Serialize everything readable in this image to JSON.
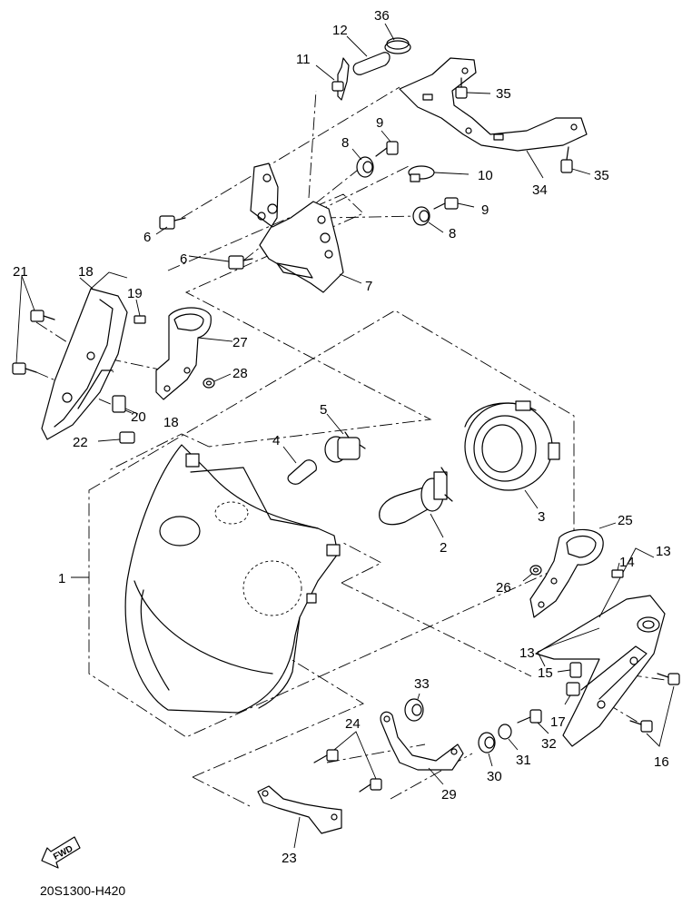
{
  "diagram": {
    "code": "20S1300-H420",
    "fwd_label": "FWD",
    "callouts": [
      {
        "id": "c1",
        "text": "1"
      },
      {
        "id": "c2",
        "text": "2"
      },
      {
        "id": "c3",
        "text": "3"
      },
      {
        "id": "c4",
        "text": "4"
      },
      {
        "id": "c5",
        "text": "5"
      },
      {
        "id": "c6a",
        "text": "6"
      },
      {
        "id": "c6b",
        "text": "6"
      },
      {
        "id": "c7",
        "text": "7"
      },
      {
        "id": "c8a",
        "text": "8"
      },
      {
        "id": "c8b",
        "text": "8"
      },
      {
        "id": "c9a",
        "text": "9"
      },
      {
        "id": "c9b",
        "text": "9"
      },
      {
        "id": "c10",
        "text": "10"
      },
      {
        "id": "c11",
        "text": "11"
      },
      {
        "id": "c12",
        "text": "12"
      },
      {
        "id": "c13a",
        "text": "13"
      },
      {
        "id": "c13b",
        "text": "13"
      },
      {
        "id": "c14",
        "text": "14"
      },
      {
        "id": "c15",
        "text": "15"
      },
      {
        "id": "c16",
        "text": "16"
      },
      {
        "id": "c17",
        "text": "17"
      },
      {
        "id": "c18a",
        "text": "18"
      },
      {
        "id": "c18b",
        "text": "18"
      },
      {
        "id": "c19",
        "text": "19"
      },
      {
        "id": "c20",
        "text": "20"
      },
      {
        "id": "c21",
        "text": "21"
      },
      {
        "id": "c22",
        "text": "22"
      },
      {
        "id": "c23",
        "text": "23"
      },
      {
        "id": "c24",
        "text": "24"
      },
      {
        "id": "c25",
        "text": "25"
      },
      {
        "id": "c26",
        "text": "26"
      },
      {
        "id": "c27",
        "text": "27"
      },
      {
        "id": "c28",
        "text": "28"
      },
      {
        "id": "c29",
        "text": "29"
      },
      {
        "id": "c30",
        "text": "30"
      },
      {
        "id": "c31",
        "text": "31"
      },
      {
        "id": "c32",
        "text": "32"
      },
      {
        "id": "c33",
        "text": "33"
      },
      {
        "id": "c34",
        "text": "34"
      },
      {
        "id": "c35a",
        "text": "35"
      },
      {
        "id": "c35b",
        "text": "35"
      },
      {
        "id": "c36",
        "text": "36"
      }
    ]
  }
}
